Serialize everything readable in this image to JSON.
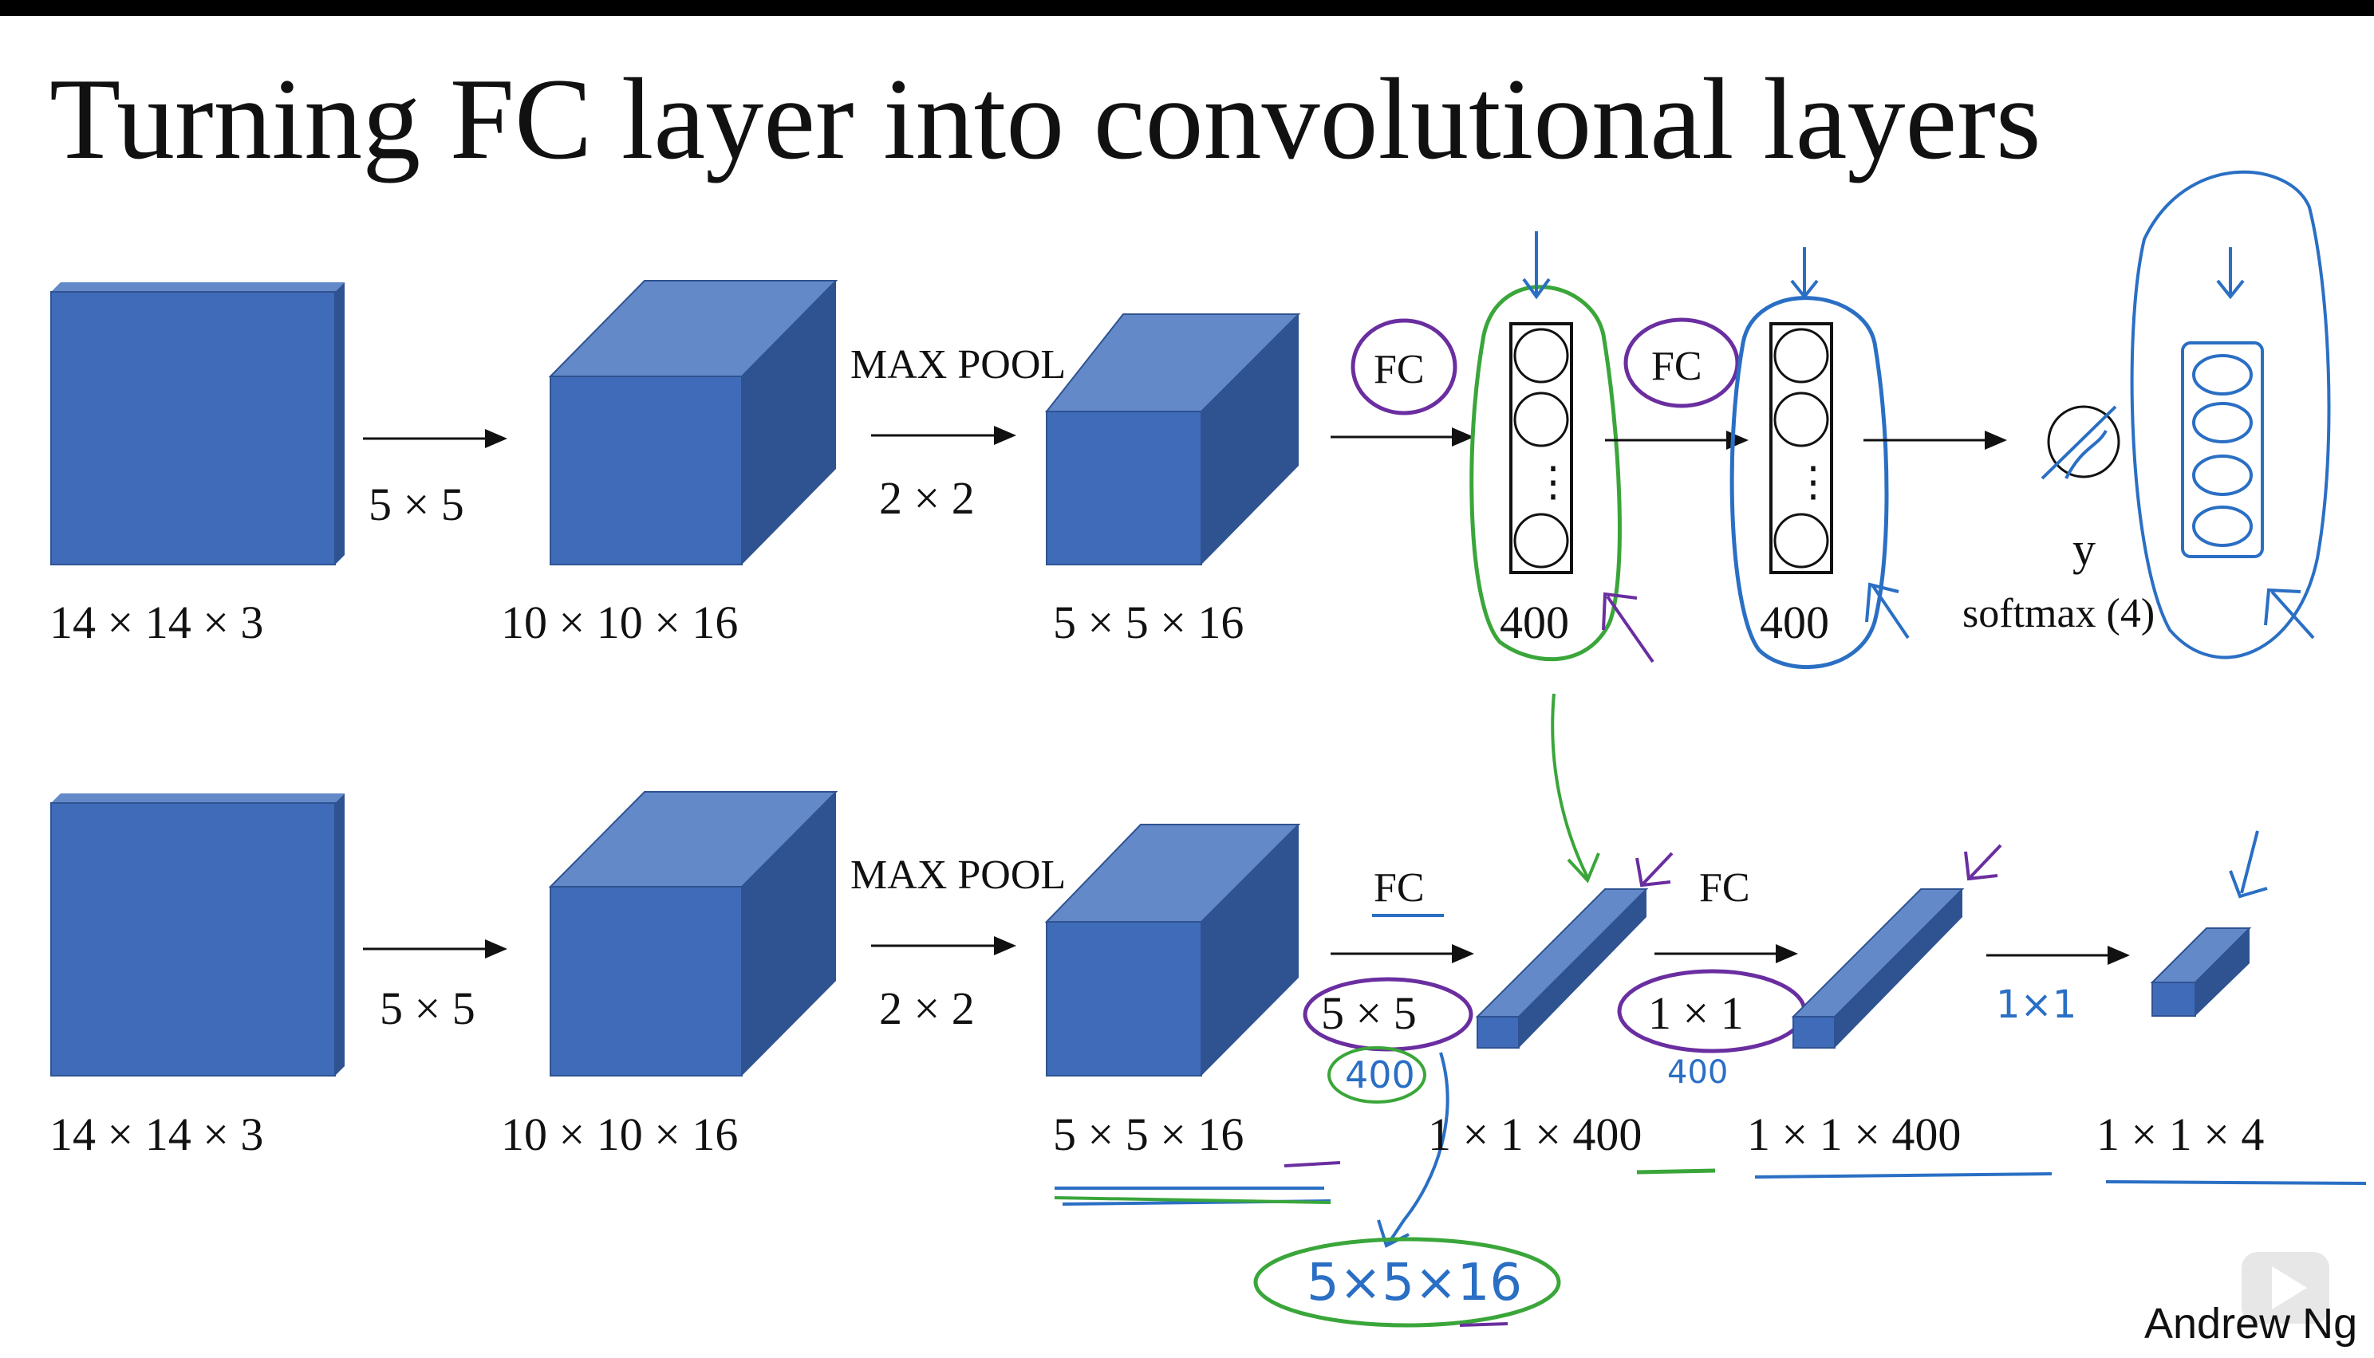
{
  "title": "Turning FC layer into convolutional layers",
  "author": "Andrew Ng",
  "colors": {
    "cube_front": "#3f6bb9",
    "cube_top": "#6489c8",
    "cube_side": "#2f5391",
    "ink_green": "#3aa63a",
    "ink_purple": "#6a2ea0",
    "ink_blue": "#2a6fc4"
  },
  "top_row": {
    "vol1_label": "14 × 14 × 3",
    "conv_label": "5 × 5",
    "vol2_label": "10 × 10 × 16",
    "pool_name": "MAX POOL",
    "pool_size": "2 × 2",
    "vol3_label": "5 × 5 × 16",
    "fc1_label": "FC",
    "layer1_units": "400",
    "fc2_label": "FC",
    "layer2_units": "400",
    "output_symbol": "y",
    "output_label": "softmax (4)",
    "ellipsis": "⋮"
  },
  "bottom_row": {
    "vol1_label": "14 × 14 × 3",
    "conv_label": "5 × 5",
    "vol2_label": "10 × 10 × 16",
    "pool_name": "MAX POOL",
    "pool_size": "2 × 2",
    "vol3_label": "5 × 5 × 16",
    "fc1_label": "FC",
    "fc1_filter": "5 × 5",
    "fc2_label": "FC",
    "fc2_filter": "1 × 1",
    "vol4_label": "1 × 1 × 400",
    "vol5_label": "1 × 1 × 400",
    "vol6_label": "1 × 1 × 4"
  },
  "handwritten": {
    "filters_400_a": "400",
    "filters_400_b": "400",
    "filter_shape": "5×5×16",
    "conv_1x1": "1×1"
  }
}
